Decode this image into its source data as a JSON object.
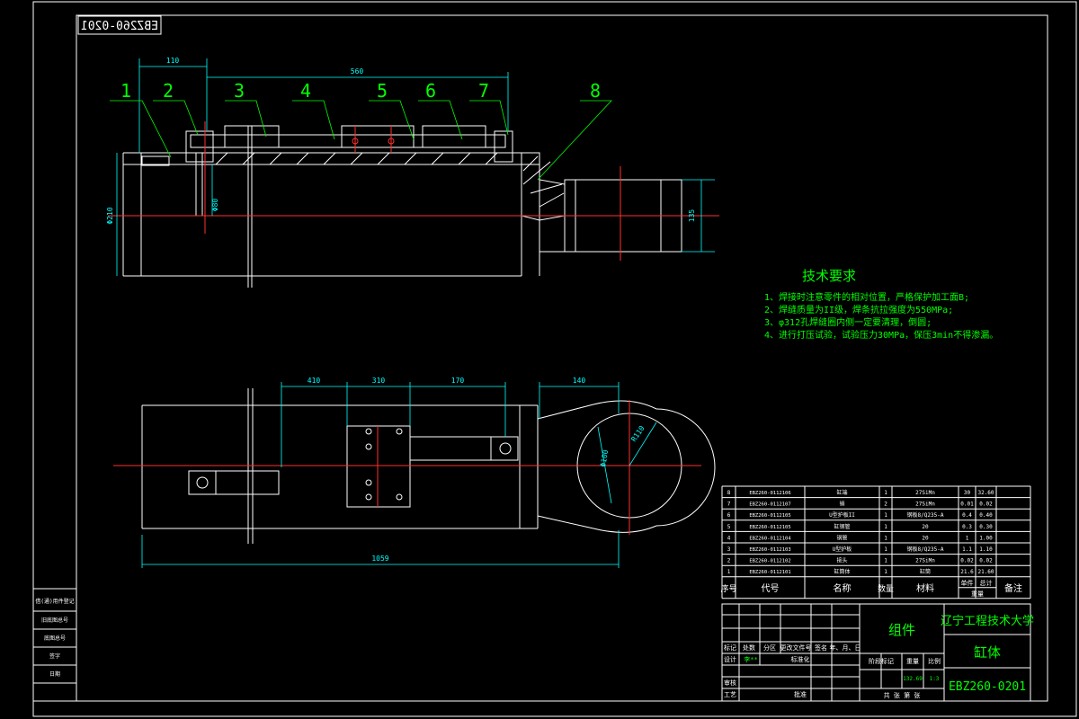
{
  "drawing_code_top": "EBZ260-0201",
  "balloons": [
    "1",
    "2",
    "3",
    "4",
    "5",
    "6",
    "7",
    "8"
  ],
  "dims": {
    "top_110": "110",
    "top_560": "560",
    "phi210": "Φ210",
    "phi80": "Φ80",
    "d135": "135",
    "p410": "410",
    "p310": "310",
    "p170": "170",
    "p140": "140",
    "total1059": "1059",
    "r110": "R110",
    "phi100": "Φ100"
  },
  "tech_req": {
    "title": "技术要求",
    "items": [
      "1、焊接时注意零件的相对位置，严格保护加工面B;",
      "2、焊缝质量为II级，焊条抗拉强度为550MPa;",
      "3、φ312孔焊缝圈内侧一定要清理，倒圆;",
      "4、进行打压试验，试验压力30MPa，保压3min不得渗漏。"
    ]
  },
  "bom": {
    "rows": [
      {
        "no": "8",
        "code": "EBZ260-0112106",
        "name": "缸端",
        "qty": "1",
        "material": "27SiMn",
        "unit": "30",
        "total": "32.60"
      },
      {
        "no": "7",
        "code": "EBZ260-0112107",
        "name": "销",
        "qty": "2",
        "material": "27SiMn",
        "unit": "0.01",
        "total": "0.02"
      },
      {
        "no": "6",
        "code": "EBZ260-0112105",
        "name": "U型护板II",
        "qty": "1",
        "material": "钢板8/Q235-A",
        "unit": "0.4",
        "total": "0.40"
      },
      {
        "no": "5",
        "code": "EBZ260-0112105",
        "name": "缸钢管",
        "qty": "1",
        "material": "20",
        "unit": "0.3",
        "total": "0.30"
      },
      {
        "no": "4",
        "code": "EBZ260-0112104",
        "name": "钢管",
        "qty": "1",
        "material": "20",
        "unit": "1",
        "total": "1.00"
      },
      {
        "no": "3",
        "code": "EBZ260-0112103",
        "name": "U型护板",
        "qty": "1",
        "material": "钢板8/Q235-A",
        "unit": "1.1",
        "total": "1.10"
      },
      {
        "no": "2",
        "code": "EBZ260-0112102",
        "name": "接头",
        "qty": "1",
        "material": "27SiMn",
        "unit": "0.02",
        "total": "0.02"
      },
      {
        "no": "1",
        "code": "EBZ260-0112101",
        "name": "缸筒体",
        "qty": "1",
        "material": "缸筒",
        "unit": "21.6",
        "total": "21.60"
      }
    ],
    "header": {
      "no": "序号",
      "code": "代号",
      "name": "名称",
      "qty": "数量",
      "material": "材料",
      "unit": "单件",
      "total": "总计",
      "weight": "重量",
      "remark": "备注"
    }
  },
  "title_block": {
    "assembly": "组件",
    "university": "辽宁工程技术大学",
    "part_name": "缸体",
    "drawing_no": "EBZ260-0201",
    "rev_labels": [
      "标记",
      "处数",
      "分区",
      "更改文件号",
      "签名",
      "年、月、日"
    ],
    "design": "设计",
    "designer": "李**",
    "standardize": "标准化",
    "stage_mark": "阶段标记",
    "weight": "重量",
    "scale": "比例",
    "weight_val": "132.69",
    "scale_val": "1:3",
    "review": "审核",
    "process": "工艺",
    "approve": "批准",
    "sheets": "共    张  第    张"
  },
  "left_strip": [
    "借(通)用件登记",
    "旧底图总号",
    "底图总号",
    "签字",
    "日期"
  ]
}
